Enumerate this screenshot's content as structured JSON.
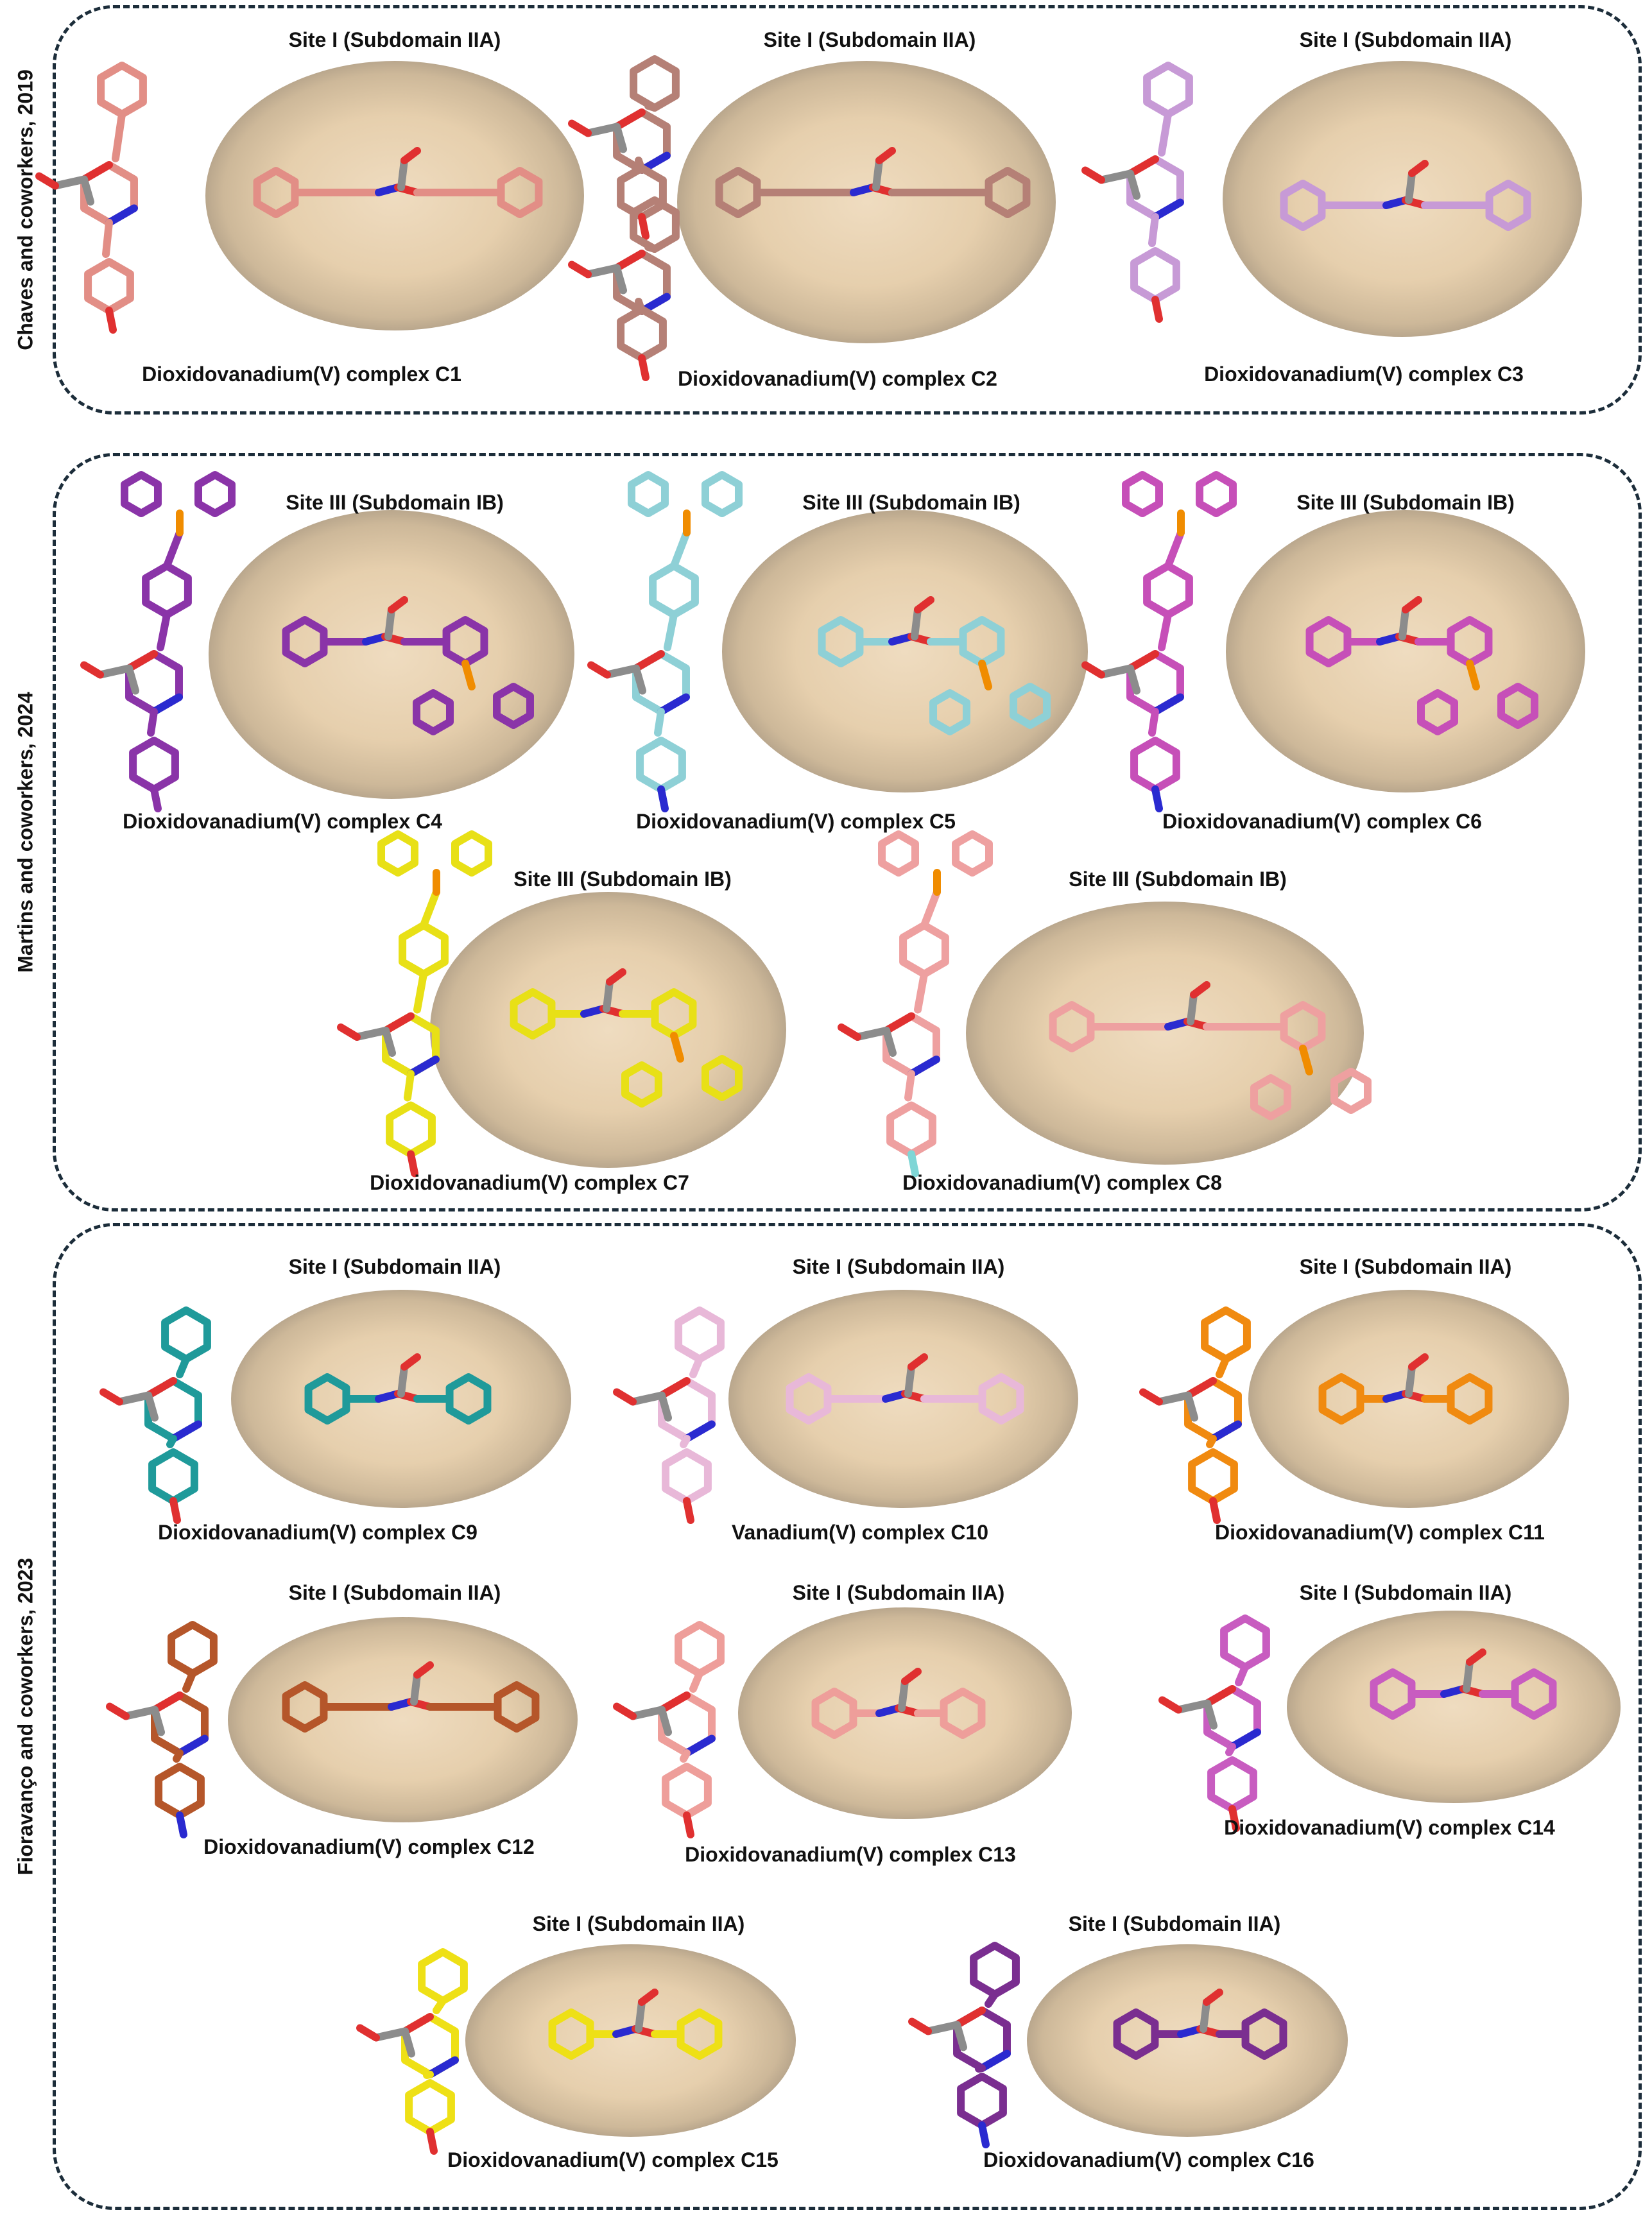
{
  "colors": {
    "border": "#1c2d3a",
    "pocket": "#e6cfad",
    "oxygen": "#e03030",
    "nitrogen": "#2a2ad0",
    "vanadium": "#8c8c8c",
    "phosphorus": "#f08c00",
    "fluorine": "#7fd6d6"
  },
  "groups": [
    {
      "label": "Chaves and coworkers, 2019",
      "panels": [
        {
          "site": "Site I (Subdomain IIA)",
          "complex": "Dioxidovanadium(V)  complex C1",
          "color": "#e28e86"
        },
        {
          "site": "Site I (Subdomain IIA)",
          "complex": "Dioxidovanadium(V)  complex C2",
          "color": "#b58076"
        },
        {
          "site": "Site I (Subdomain IIA)",
          "complex": "Dioxidovanadium(V)  complex C3",
          "color": "#c79ad6"
        }
      ]
    },
    {
      "label": "Martins and coworkers, 2024",
      "panels": [
        {
          "site": "Site III (Subdomain IB)",
          "complex": "Dioxidovanadium(V)  complex C4",
          "color": "#8a34a8"
        },
        {
          "site": "Site III (Subdomain IB)",
          "complex": "Dioxidovanadium(V)  complex C5",
          "color": "#8ed0d6"
        },
        {
          "site": "Site III (Subdomain IB)",
          "complex": "Dioxidovanadium(V)  complex C6",
          "color": "#c64fb8"
        },
        {
          "site": "Site III (Subdomain IB)",
          "complex": "Dioxidovanadium(V)  complex C7",
          "color": "#e8e016"
        },
        {
          "site": "Site III (Subdomain IB)",
          "complex": "Dioxidovanadium(V)  complex C8",
          "color": "#eea0a0"
        }
      ]
    },
    {
      "label": "Fioravanço and coworkers, 2023",
      "panels": [
        {
          "site": "Site I (Subdomain IIA)",
          "complex": "Dioxidovanadium(V)  complex C9",
          "color": "#1f9a9a"
        },
        {
          "site": "Site I (Subdomain IIA)",
          "complex": "Vanadium(V)  complex C10",
          "color": "#e8b8d8"
        },
        {
          "site": "Site I (Subdomain IIA)",
          "complex": "Dioxidovanadium(V)  complex C11",
          "color": "#f08a10"
        },
        {
          "site": "Site I (Subdomain IIA)",
          "complex": "Dioxidovanadium(V)  complex C12",
          "color": "#b5562a"
        },
        {
          "site": "Site I (Subdomain IIA)",
          "complex": "Dioxidovanadium(V)  complex C13",
          "color": "#ee9e9a"
        },
        {
          "site": "Site I (Subdomain IIA)",
          "complex": "Dioxidovanadium(V)  complex C14",
          "color": "#c85cc0"
        },
        {
          "site": "Site I (Subdomain IIA)",
          "complex": "Dioxidovanadium(V)  complex C15",
          "color": "#eee016"
        },
        {
          "site": "Site I (Subdomain IIA)",
          "complex": "Dioxidovanadium(V)  complex C16",
          "color": "#7a2e90"
        }
      ]
    }
  ]
}
